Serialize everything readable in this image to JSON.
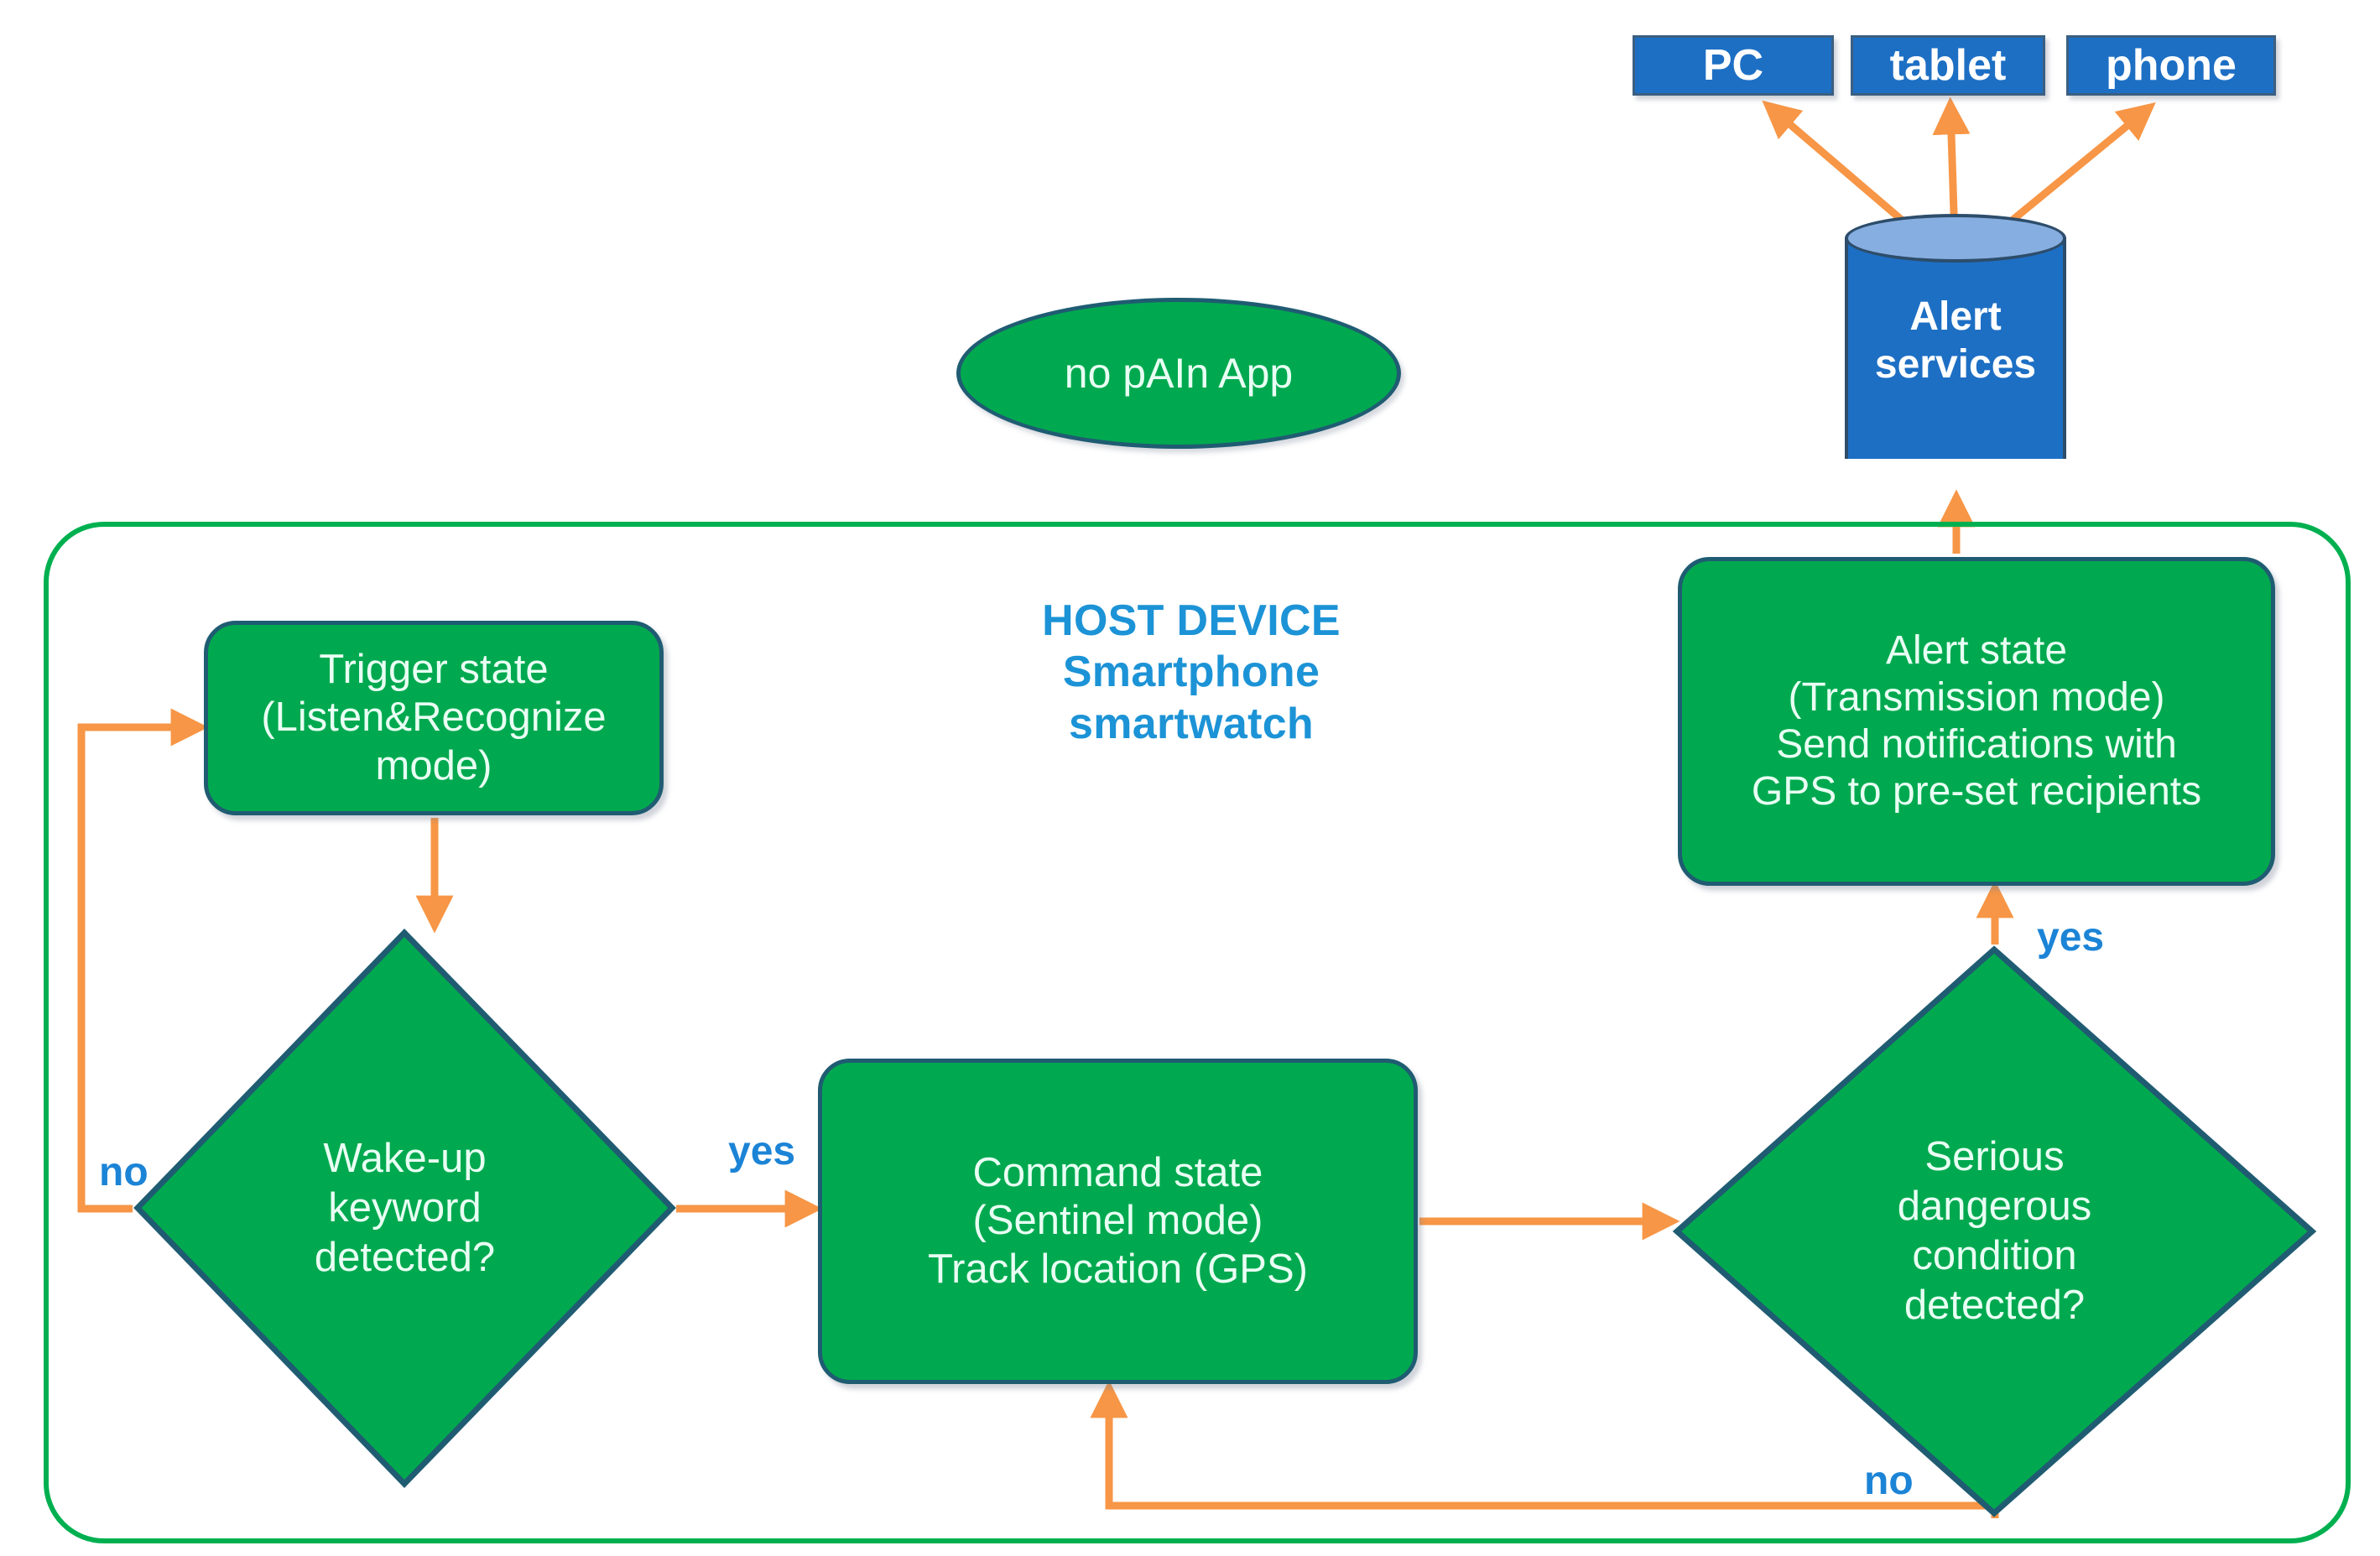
{
  "diagram": {
    "title": "no pAIn App host device alert flowchart",
    "colors": {
      "green_fill": "#00A94F",
      "green_outline": "#00B050",
      "box_border": "#1F5C72",
      "blue_fill": "#1D6FC4",
      "blue_text": "#1C93D6",
      "arrow_orange": "#F79646",
      "cylinder_top": "#87AEE0"
    }
  },
  "app_node": {
    "label": "no pAIn App"
  },
  "host": {
    "title_line1": "HOST DEVICE",
    "title_line2": "Smartphone",
    "title_line3": "smartwatch"
  },
  "nodes": {
    "trigger_state": {
      "line1": "Trigger state",
      "line2": "(Listen&Recognize",
      "line3": "mode)"
    },
    "wakeup_decision": {
      "line1": "Wake-up",
      "line2": "keyword",
      "line3": "detected?"
    },
    "command_state": {
      "line1": "Command state",
      "line2": "(Sentinel mode)",
      "line3": "Track location (GPS)"
    },
    "danger_decision": {
      "line1": "Serious",
      "line2": "dangerous",
      "line3": "condition",
      "line4": "detected?"
    },
    "alert_state": {
      "line1": "Alert state",
      "line2": "(Transmission mode)",
      "line3": "Send notifications with",
      "line4": "GPS to pre-set recipients"
    },
    "alert_services": {
      "line1": "Alert",
      "line2": "services"
    }
  },
  "recipients": {
    "pc": "PC",
    "tablet": "tablet",
    "phone": "phone"
  },
  "edges": {
    "wakeup_no": "no",
    "wakeup_yes": "yes",
    "danger_yes": "yes",
    "danger_no": "no"
  }
}
